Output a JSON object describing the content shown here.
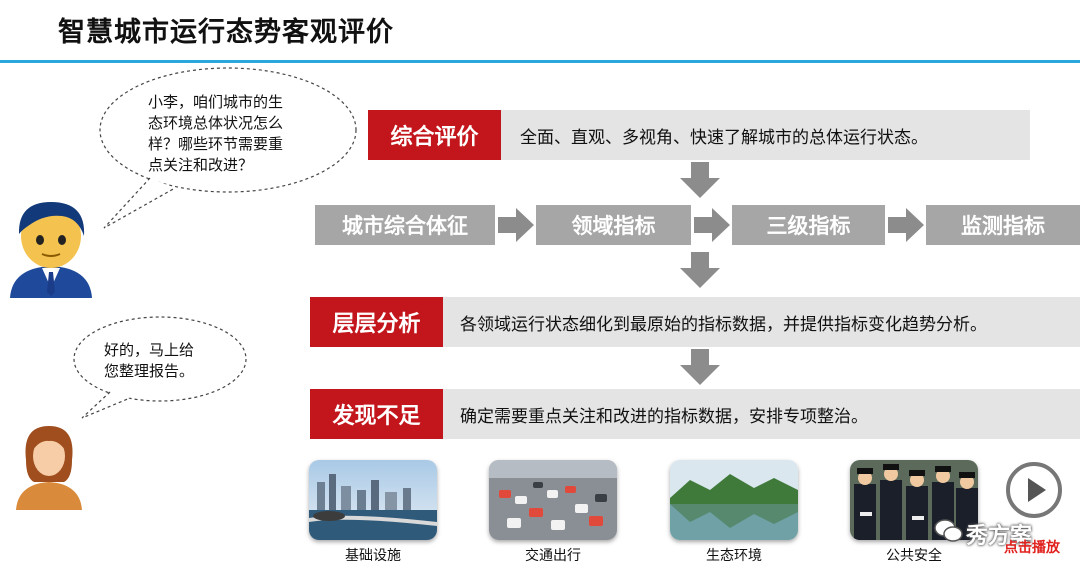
{
  "title": "智慧城市运行态势客观评价",
  "bubble1": {
    "lines": [
      "小李，咱们城市的生",
      "态环境总体状况怎么",
      "样？哪些环节需要重",
      "点关注和改进？"
    ]
  },
  "bubble2": {
    "lines": [
      "好的，马上给",
      "您整理报告。"
    ]
  },
  "rows": [
    {
      "label": "综合评价",
      "desc": "全面、直观、多视角、快速了解城市的总体运行状态。"
    },
    {
      "label": "层层分析",
      "desc": "各领域运行状态细化到最原始的指标数据，并提供指标变化趋势分析。"
    },
    {
      "label": "发现不足",
      "desc": "确定需要重点关注和改进的指标数据，安排专项整治。"
    }
  ],
  "flow": [
    "城市综合体征",
    "领域指标",
    "三级指标",
    "监测指标"
  ],
  "photos": [
    {
      "caption": "基础设施",
      "icon": "city-infrastructure-photo"
    },
    {
      "caption": "交通出行",
      "icon": "traffic-photo"
    },
    {
      "caption": "生态环境",
      "icon": "lake-mountains-photo"
    },
    {
      "caption": "公共安全",
      "icon": "police-photo"
    }
  ],
  "watermark": {
    "brand": "秀方案",
    "action": "点击播放"
  },
  "colors": {
    "accent_red": "#c3161c",
    "title_line": "#2aa7dc",
    "flow_grey": "#a6a6a6",
    "bar_grey": "#e4e4e4"
  }
}
